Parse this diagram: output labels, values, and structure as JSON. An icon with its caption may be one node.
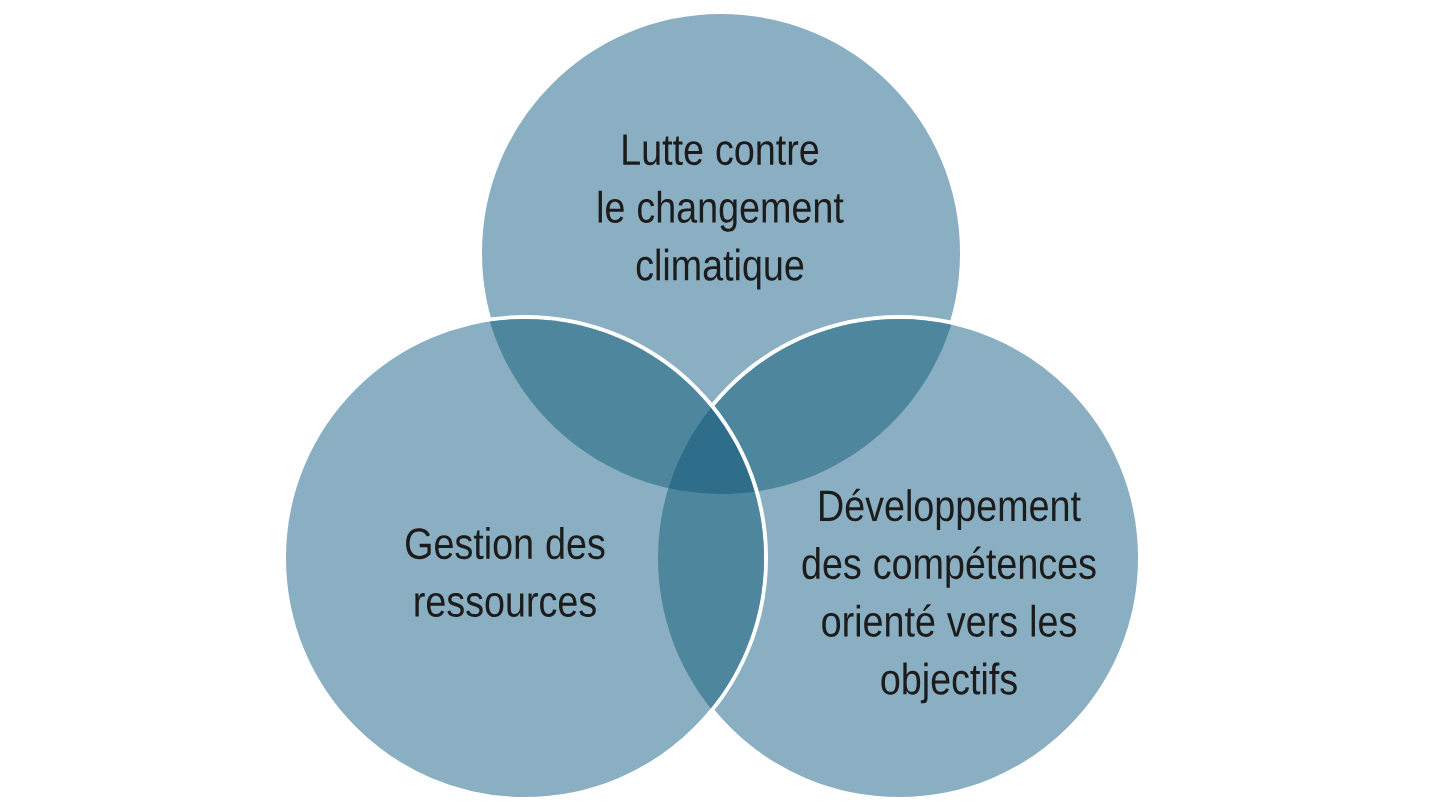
{
  "diagram": {
    "nodes": [
      {
        "text": [
          "Lutte contre le changement climatique"
        ]
      },
      {
        "text": [
          "Gestion des ressources"
        ]
      },
      {
        "text": [
          "Développement des compétences orienté vers les objectifs"
        ]
      }
    ]
  }
}
